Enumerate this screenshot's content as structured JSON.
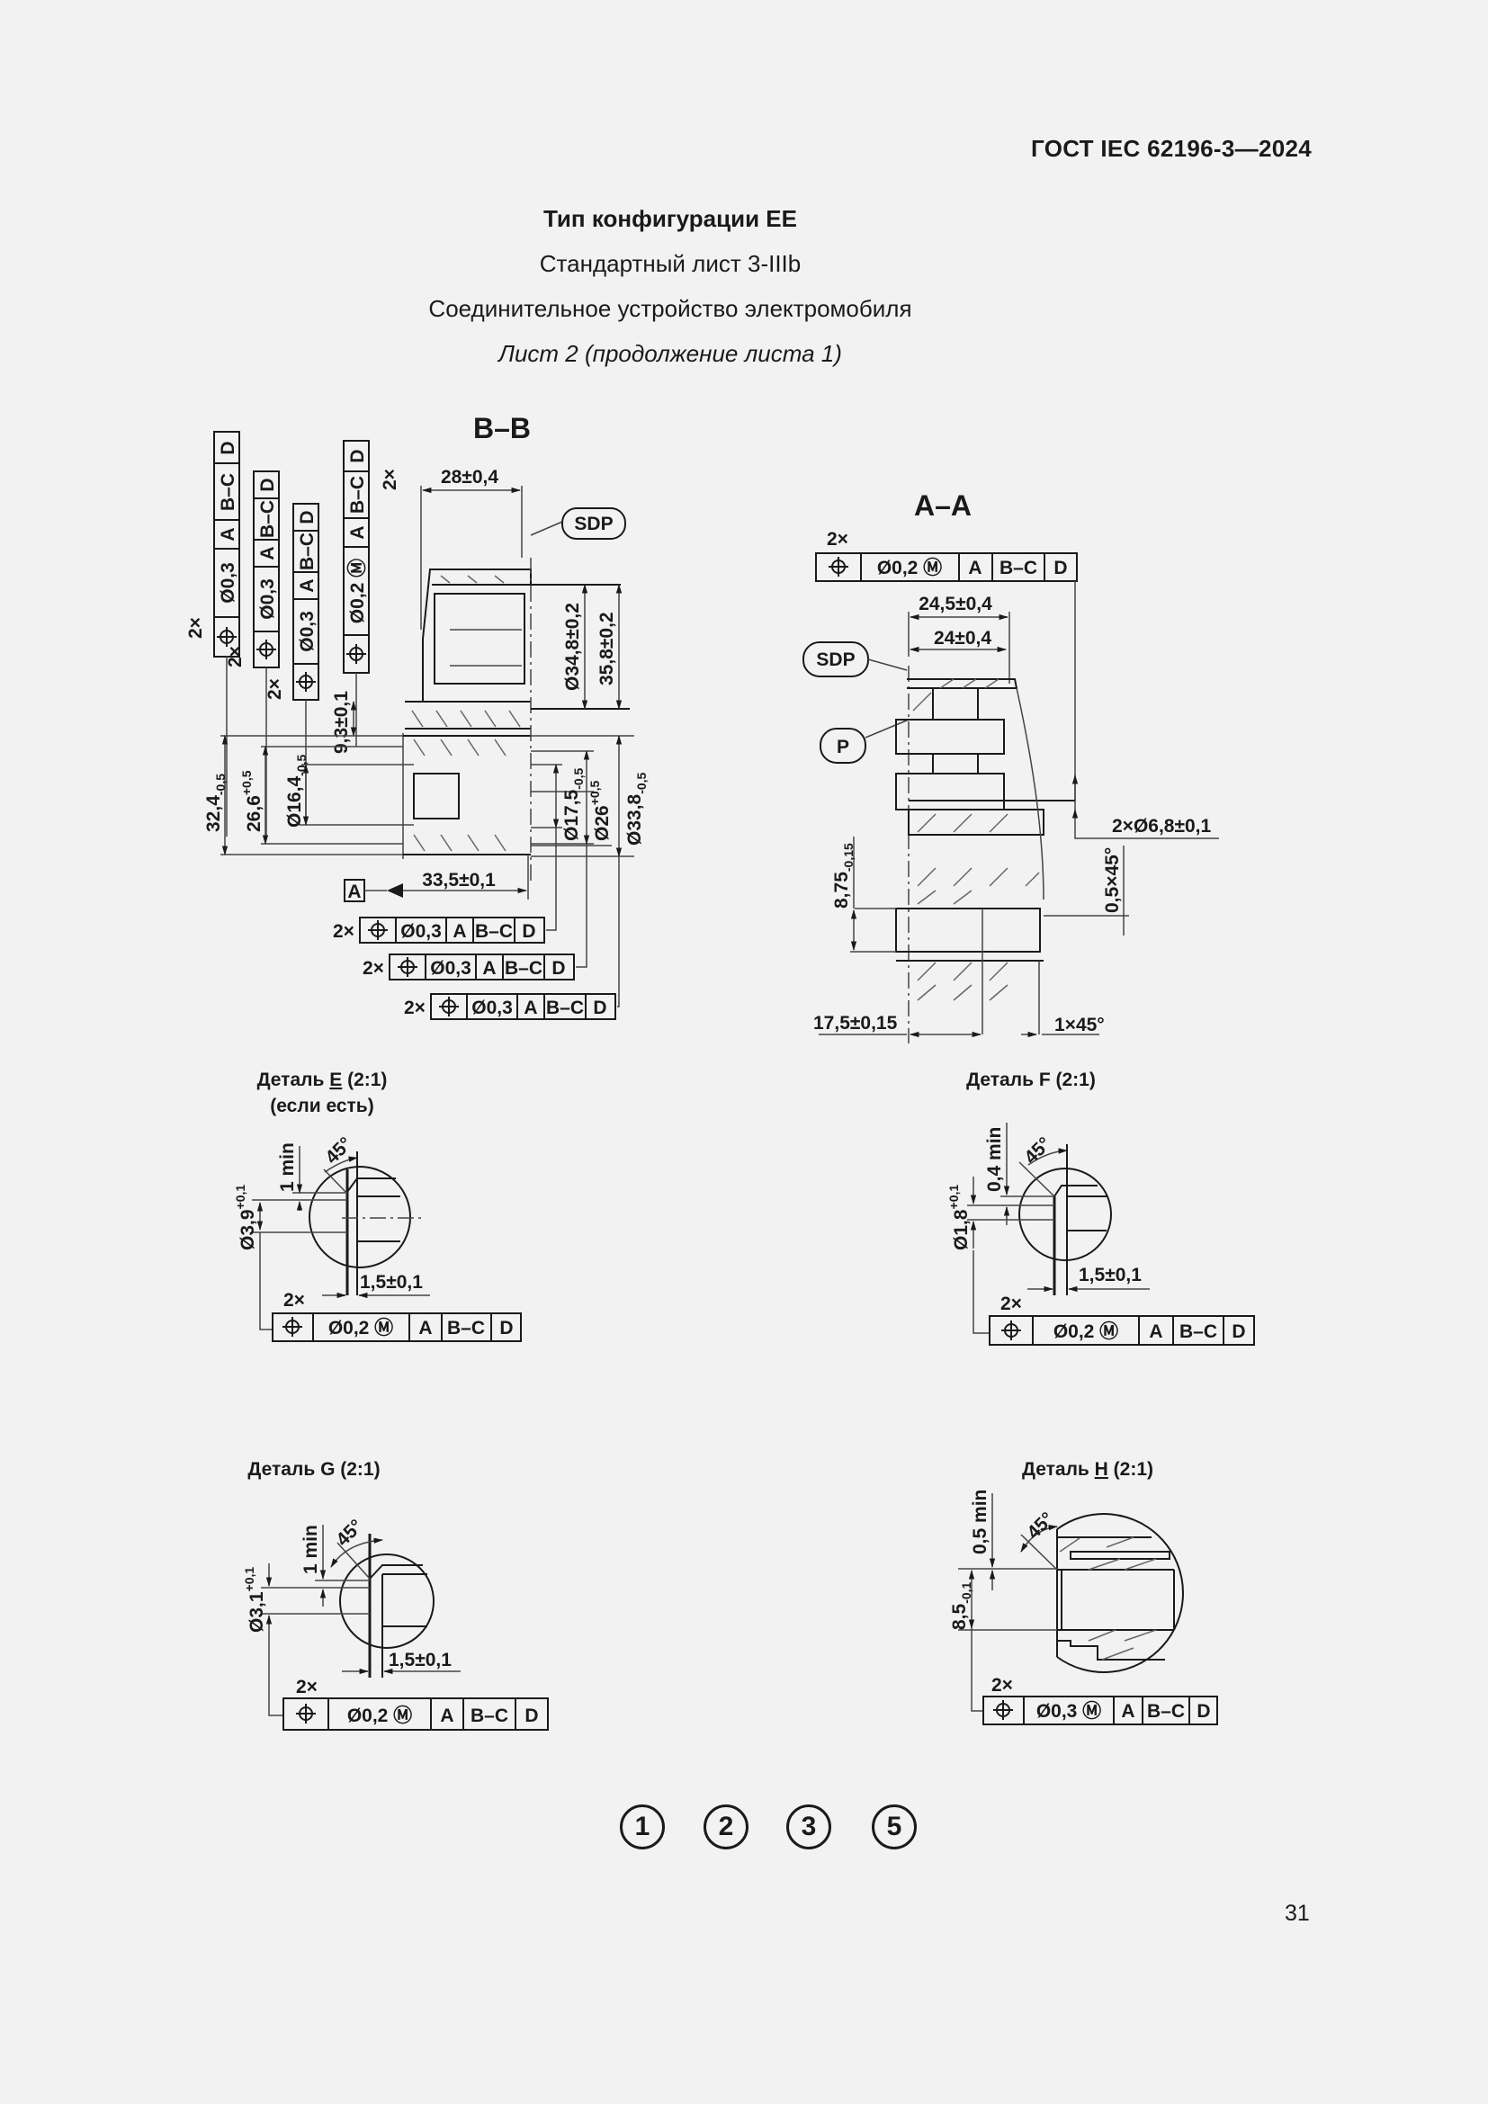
{
  "header": {
    "standard_code": "ГОСТ IEC 62196-3—2024"
  },
  "titles": {
    "config_type": "Тип конфигурации ЕЕ",
    "standard_sheet": "Стандартный лист 3-IIIb",
    "device": "Соединительное устройство электромобиля",
    "sheet": "Лист 2 (продолжение листа 1)"
  },
  "section_bb": {
    "title": "B–B",
    "callout_sdp": "SDP",
    "datum": "A",
    "multiplier": "2×",
    "dims": {
      "width_top": "28±0,4",
      "dia_34_8": "Ø34,8±0,2",
      "h_35_8": "35,8±0,2",
      "h_9_3": "9,3±0,1",
      "h_32_4": "32,4",
      "h_32_4_tol": "-0,5",
      "h_26_6": "26,6",
      "h_26_6_tol": "+0,5",
      "dia_16_4": "Ø16,4",
      "dia_16_4_tol": "-0,5",
      "dia_17_5": "Ø17,5",
      "dia_17_5_tol": "-0,5",
      "dia_26": "Ø26",
      "dia_26_tol": "+0,5",
      "dia_33_8": "Ø33,8",
      "dia_33_8_tol": "-0,5",
      "len_33_5": "33,5±0,1"
    },
    "fcf_vertical": [
      {
        "mult": "2×",
        "cells": [
          "⌖",
          "Ø0,3",
          "A",
          "B–C",
          "D"
        ]
      },
      {
        "mult": "2×",
        "cells": [
          "⌖",
          "Ø0,3",
          "A",
          "B–C",
          "D"
        ]
      },
      {
        "mult": "2×",
        "cells": [
          "⌖",
          "Ø0,3",
          "A",
          "B–C",
          "D"
        ]
      },
      {
        "mult": "2×",
        "cells": [
          "⌖",
          "Ø0,2 Ⓜ",
          "A",
          "B–C",
          "D"
        ]
      }
    ],
    "fcf_horizontal": [
      {
        "mult": "2×",
        "cells": [
          "⌖",
          "Ø0,3",
          "A",
          "B–C",
          "D"
        ]
      },
      {
        "mult": "2×",
        "cells": [
          "⌖",
          "Ø0,3",
          "A",
          "B–C",
          "D"
        ]
      },
      {
        "mult": "2×",
        "cells": [
          "⌖",
          "Ø0,3",
          "A",
          "B–C",
          "D"
        ]
      }
    ]
  },
  "section_aa": {
    "title": "A–A",
    "multiplier": "2×",
    "fcf": {
      "cells": [
        "⌖",
        "Ø0,2 Ⓜ",
        "A",
        "B–C",
        "D"
      ]
    },
    "callout_sdp": "SDP",
    "callout_p": "P",
    "dims": {
      "w_24_5": "24,5±0,4",
      "w_24": "24±0,4",
      "holes": "2×Ø6,8±0,1",
      "h_8_75": "8,75",
      "h_8_75_tol": "-0,15",
      "chamfer_05": "0,5×45°",
      "len_17_5": "17,5±0,15",
      "chamfer_1": "1×45°"
    }
  },
  "details": [
    {
      "id": "E",
      "title_prefix": "Деталь ",
      "letter": "E",
      "scale": " (2:1)",
      "note": "(если есть)",
      "min": "1 min",
      "angle": "45°",
      "dia": "Ø3,9",
      "dia_tol": "+0,1",
      "len": "1,5±0,1",
      "mult": "2×",
      "fcf": [
        "⌖",
        "Ø0,2 Ⓜ",
        "A",
        "B–C",
        "D"
      ]
    },
    {
      "id": "F",
      "title_prefix": "Деталь ",
      "letter": "F",
      "scale": " (2:1)",
      "note": "",
      "min": "0,4 min",
      "angle": "45°",
      "dia": "Ø1,8",
      "dia_tol": "+0,1",
      "len": "1,5±0,1",
      "mult": "2×",
      "fcf": [
        "⌖",
        "Ø0,2 Ⓜ",
        "A",
        "B–C",
        "D"
      ]
    },
    {
      "id": "G",
      "title_prefix": "Деталь ",
      "letter": "G",
      "scale": " (2:1)",
      "note": "",
      "min": "1 min",
      "angle": "45°",
      "dia": "Ø3,1",
      "dia_tol": "+0,1",
      "len": "1,5±0,1",
      "mult": "2×",
      "fcf": [
        "⌖",
        "Ø0,2 Ⓜ",
        "A",
        "B–C",
        "D"
      ]
    },
    {
      "id": "H",
      "title_prefix": "Деталь ",
      "letter": "H",
      "scale": " (2:1)",
      "note": "",
      "min": "0,5 min",
      "angle": "45°",
      "dia": "8,5",
      "dia_tol": "-0,1",
      "len": "",
      "mult": "2×",
      "fcf": [
        "⌖",
        "Ø0,3 Ⓜ",
        "A",
        "B–C",
        "D"
      ]
    }
  ],
  "applicability_numbers": [
    "1",
    "2",
    "3",
    "5"
  ],
  "page_number": "31"
}
